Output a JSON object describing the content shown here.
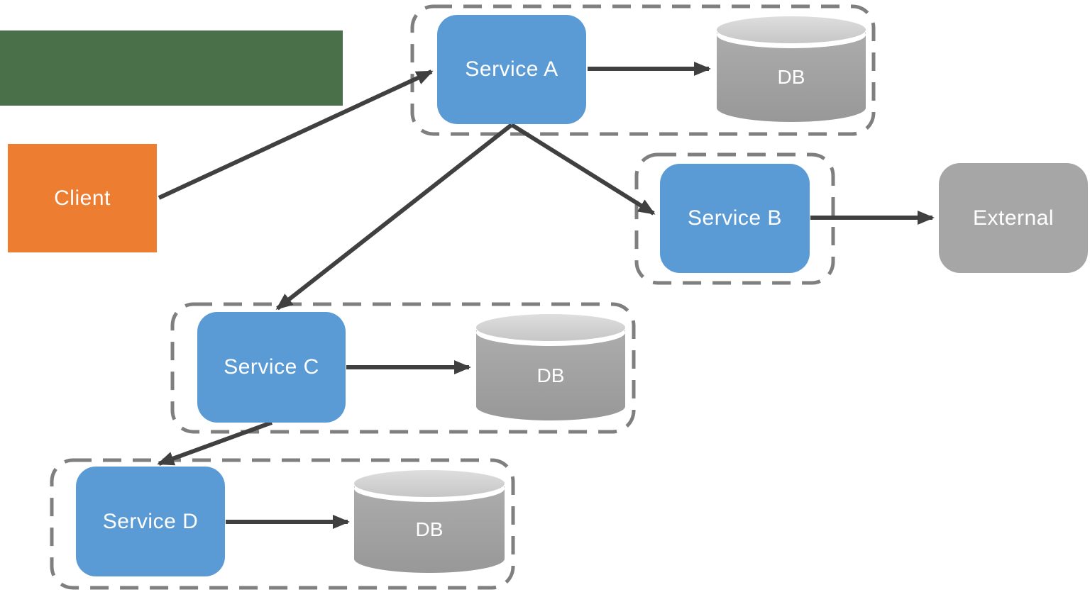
{
  "diagram": {
    "title_banner": {
      "text": "",
      "fill": "#4A7049"
    },
    "nodes": {
      "client": {
        "label": "Client",
        "type": "client",
        "fill": "#ED7D31"
      },
      "service_a": {
        "label": "Service A",
        "type": "service",
        "fill": "#5B9BD5"
      },
      "service_b": {
        "label": "Service B",
        "type": "service",
        "fill": "#5B9BD5"
      },
      "service_c": {
        "label": "Service C",
        "type": "service",
        "fill": "#5B9BD5"
      },
      "service_d": {
        "label": "Service D",
        "type": "service",
        "fill": "#5B9BD5"
      },
      "external": {
        "label": "External",
        "type": "external",
        "fill": "#A6A6A6"
      },
      "db_a": {
        "label": "DB",
        "type": "database"
      },
      "db_c": {
        "label": "DB",
        "type": "database"
      },
      "db_d": {
        "label": "DB",
        "type": "database"
      }
    },
    "groups": [
      {
        "name": "group-service-a",
        "contains": [
          "service_a",
          "db_a"
        ]
      },
      {
        "name": "group-service-b",
        "contains": [
          "service_b"
        ]
      },
      {
        "name": "group-service-c",
        "contains": [
          "service_c",
          "db_c"
        ]
      },
      {
        "name": "group-service-d",
        "contains": [
          "service_d",
          "db_d"
        ]
      }
    ],
    "edges": [
      {
        "from": "client",
        "to": "service_a"
      },
      {
        "from": "service_a",
        "to": "db_a"
      },
      {
        "from": "service_a",
        "to": "service_b"
      },
      {
        "from": "service_a",
        "to": "service_c"
      },
      {
        "from": "service_b",
        "to": "external"
      },
      {
        "from": "service_c",
        "to": "db_c"
      },
      {
        "from": "service_c",
        "to": "service_d"
      },
      {
        "from": "service_d",
        "to": "db_d"
      }
    ],
    "colors": {
      "service_fill": "#5B9BD5",
      "client_fill": "#ED7D31",
      "banner_fill": "#4A7049",
      "external_fill": "#A6A6A6",
      "db_body": "#9D9D9D",
      "db_top": "#D6D6D6",
      "group_border": "#7F7F7F",
      "arrow": "#404040",
      "text": "#FFFFFF",
      "background": "#FFFFFF"
    }
  }
}
